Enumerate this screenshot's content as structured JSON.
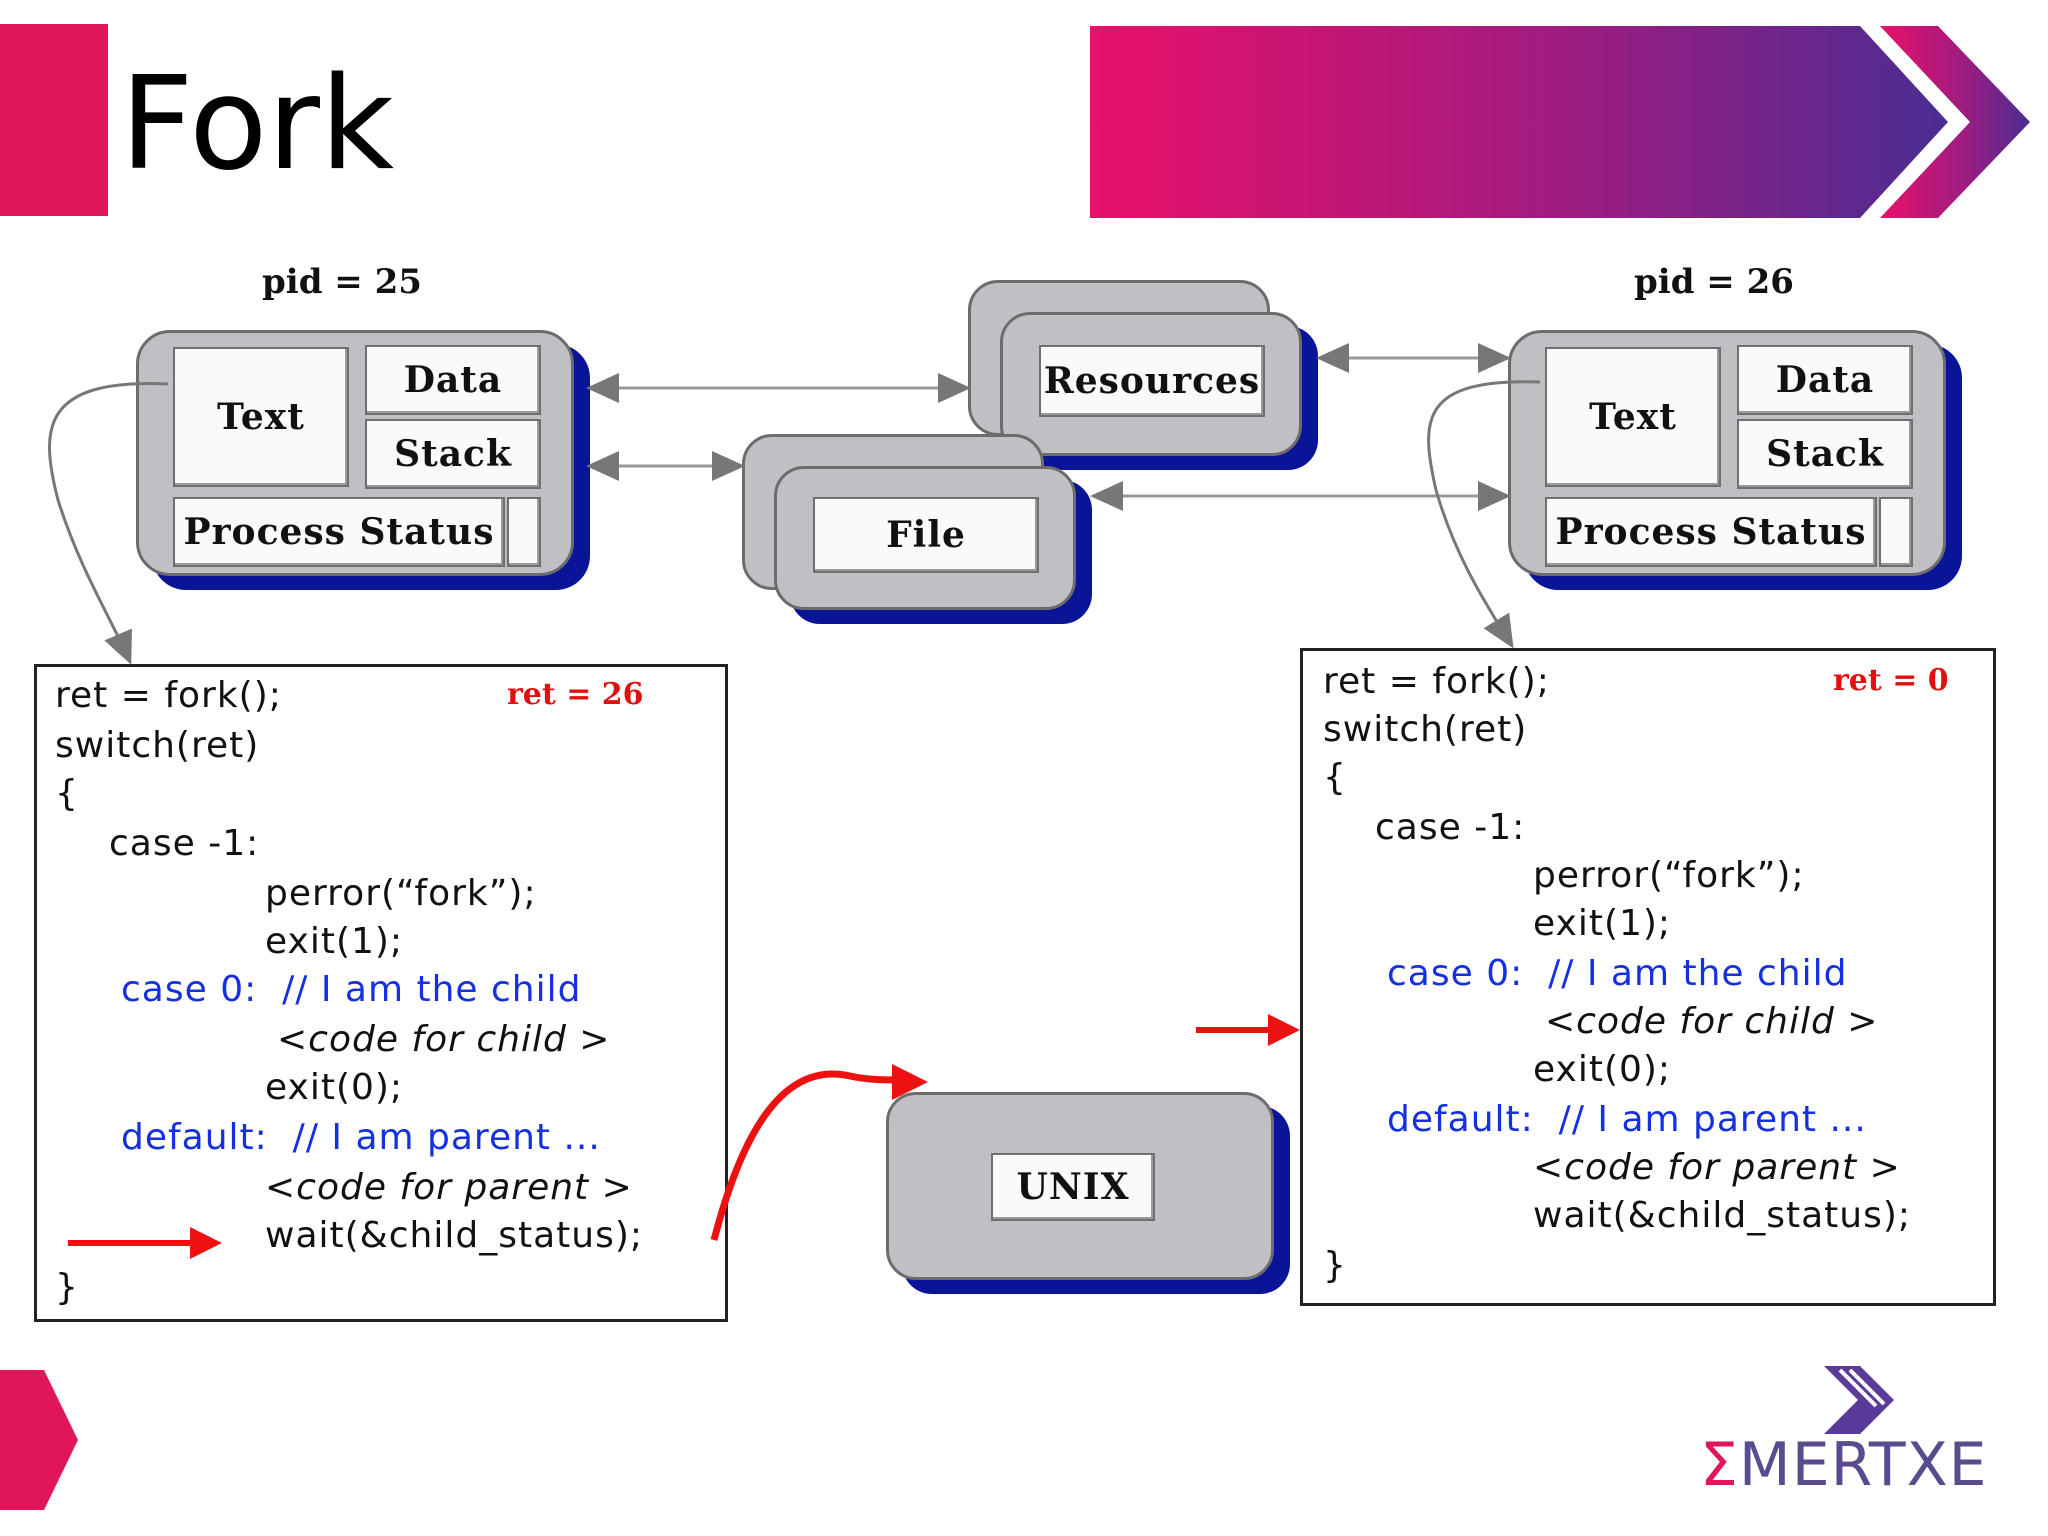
{
  "title": "Fork",
  "parent_process": {
    "pid_label": "pid = 25",
    "text": "Text",
    "data": "Data",
    "stack": "Stack",
    "process_status": "Process Status"
  },
  "child_process": {
    "pid_label": "pid = 26",
    "text": "Text",
    "data": "Data",
    "stack": "Stack",
    "process_status": "Process Status"
  },
  "shared": {
    "resources": "Resources",
    "file": "File",
    "unix": "UNIX"
  },
  "parent_code": {
    "ret_label": "ret = 26",
    "lines": [
      "ret = fork();",
      "switch(ret)",
      "{",
      "case -1:",
      "perror(“fork”);",
      "exit(1);",
      "case 0:  // I am the child",
      "<code for child >",
      "exit(0);",
      "default:  // I am parent ...",
      "<code for parent >",
      "wait(&child_status);",
      "}"
    ]
  },
  "child_code": {
    "ret_label": "ret = 0",
    "lines": [
      "ret = fork();",
      "switch(ret)",
      "{",
      "case -1:",
      "perror(“fork”);",
      "exit(1);",
      "case 0:  // I am the child",
      "<code for child >",
      "exit(0);",
      "default:  // I am parent ...",
      "<code for parent >",
      "wait(&child_status);",
      "}"
    ]
  },
  "logo": {
    "sigma": "Σ",
    "name": "MERTXE"
  },
  "colors": {
    "accent_pink": "#e0155a",
    "accent_purple": "#5a3a9a",
    "arrow_red": "#ee1111",
    "code_blue": "#1530e0",
    "shadow_navy": "#0a1496"
  }
}
